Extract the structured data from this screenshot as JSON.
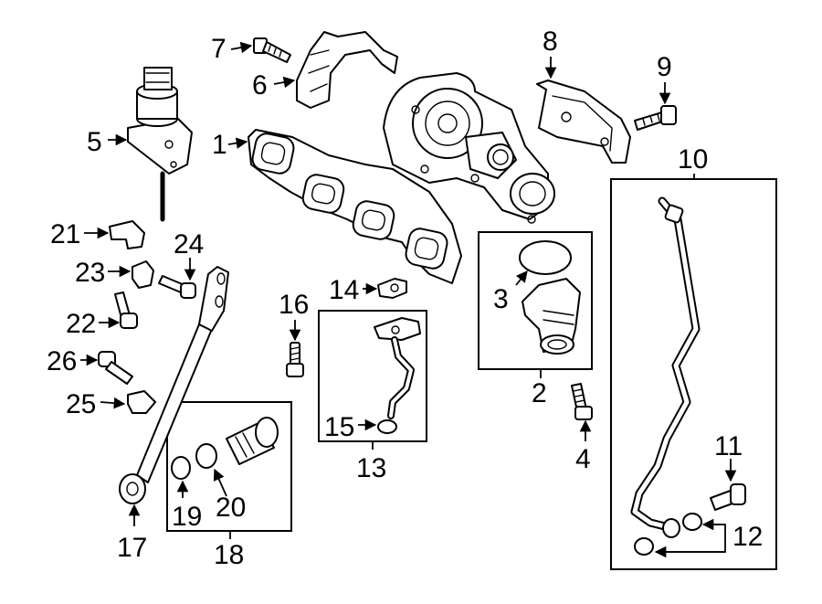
{
  "callouts": {
    "c1": "1",
    "c2": "2",
    "c3": "3",
    "c4": "4",
    "c5": "5",
    "c6": "6",
    "c7": "7",
    "c8": "8",
    "c9": "9",
    "c10": "10",
    "c11": "11",
    "c12": "12",
    "c13": "13",
    "c14": "14",
    "c15": "15",
    "c16": "16",
    "c17": "17",
    "c18": "18",
    "c19": "19",
    "c20": "20",
    "c21": "21",
    "c22": "22",
    "c23": "23",
    "c24": "24",
    "c25": "25",
    "c26": "26"
  },
  "colors": {
    "line": "#000000",
    "background": "#ffffff"
  }
}
